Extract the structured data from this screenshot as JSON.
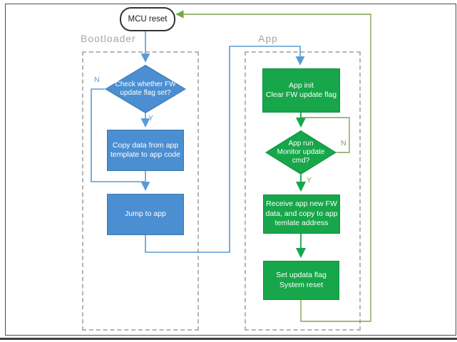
{
  "start": {
    "label": "MCU reset"
  },
  "sections": {
    "bootloader": {
      "label": "Bootloader"
    },
    "app": {
      "label": "App"
    }
  },
  "nodes": {
    "check_flag": {
      "lines": [
        "Check whether FW",
        "update flag set?"
      ]
    },
    "copy_data": {
      "lines": [
        "Copy data from app",
        "template to app code"
      ]
    },
    "jump_app": {
      "lines": [
        "Jump to app"
      ]
    },
    "app_init": {
      "lines": [
        "App init",
        "Clear FW update flag"
      ]
    },
    "app_run": {
      "lines": [
        "App run",
        "Monitor update",
        "cmd?"
      ]
    },
    "receive_fw": {
      "lines": [
        "Receive app new FW",
        "data, and copy to app",
        "temlate address"
      ]
    },
    "set_flag": {
      "lines": [
        "Set updata flag",
        "System reset"
      ]
    }
  },
  "branch_labels": {
    "check_no": "N",
    "check_yes": "Y",
    "run_no": "N",
    "run_yes": "Y"
  },
  "colors": {
    "blue_fill": "#4b8fd2",
    "blue_border": "#3c76ad",
    "blue_line": "#5b9bd5",
    "green_fill": "#17a64a",
    "green_border": "#0f9040",
    "olive_line": "#84a251",
    "dash_border": "#b5b5b5",
    "section_label": "#a6a6a6"
  }
}
